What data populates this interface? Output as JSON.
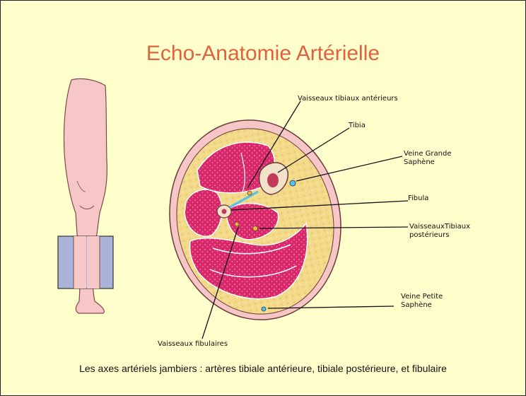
{
  "slide": {
    "title": "Echo-Anatomie Artérielle",
    "caption": "Les axes artériels jambiers : artères tibiale antérieure, tibiale postérieure, et fibulaire"
  },
  "labels": {
    "vaisseaux_tibiaux_anterieurs": "Vaisseaux tibiaux antérieurs",
    "tibia": "Tibia",
    "veine_grande_saphene_line1": "Veine Grande",
    "veine_grande_saphene_line2": "Saphène",
    "fibula": "Fibula",
    "vaisseaux_tibiaux_posterieurs_line1": "VaisseauxTibiaux",
    "vaisseaux_tibiaux_posterieurs_line2": "postérieurs",
    "veine_petite_saphene_line1": "Veine Petite",
    "veine_petite_saphene_line2": "Saphène",
    "vaisseaux_fibulaires": "Vaisseaux fibulaires"
  },
  "colors": {
    "background": "#ffffcc",
    "title": "#e06040",
    "skin": "#f7c6c6",
    "muscle": "#d8286a",
    "fat": "#f3d98a",
    "bone": "#f1e2c8",
    "probe": "#a9b4d8"
  }
}
